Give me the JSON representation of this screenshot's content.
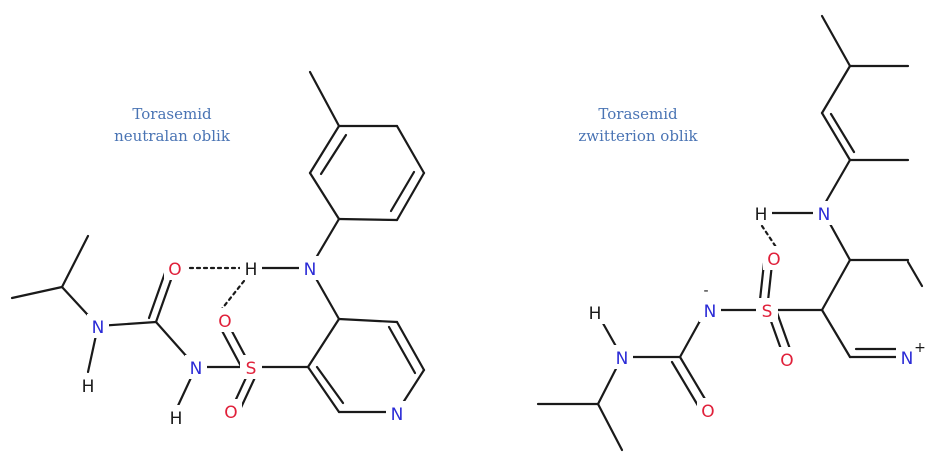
{
  "colors": {
    "caption": "#4a74b4",
    "bond": "#1a1a1a",
    "nitrogen": "#2b2bd6",
    "oxygen": "#e0203a",
    "sulfur": "#e0203a",
    "hydrogen": "#1a1a1a"
  },
  "left": {
    "caption_line1": "Torasemid",
    "caption_line2": "neutralan oblik"
  },
  "right": {
    "caption_line1": "Torasemid",
    "caption_line2": "zwitterion oblik"
  },
  "atoms": {
    "N": "N",
    "O": "O",
    "S": "S",
    "H": "H",
    "minus": "-",
    "plus": "+"
  }
}
